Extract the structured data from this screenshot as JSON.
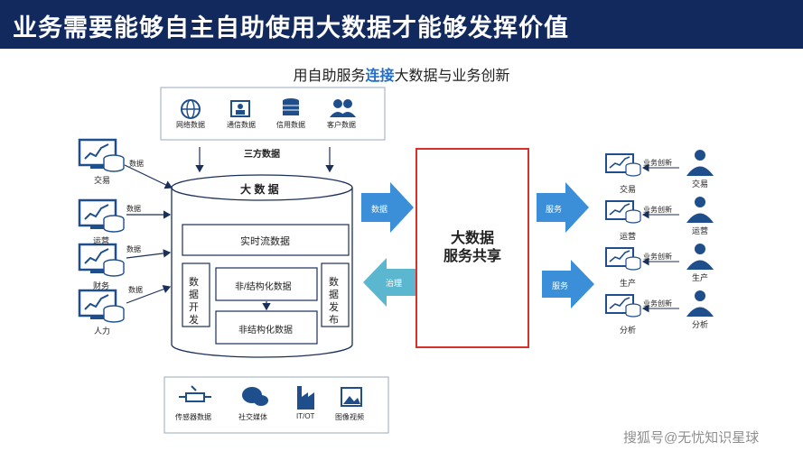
{
  "title": "业务需要能够自主自助使用大数据才能够发挥价值",
  "subtitle": {
    "prefix": "用自助服务",
    "highlight": "连接",
    "suffix": "大数据与业务创新"
  },
  "top_sources": {
    "items": [
      {
        "label": "网络数据",
        "icon": "globe-icon"
      },
      {
        "label": "通信数据",
        "icon": "contact-card-icon"
      },
      {
        "label": "信用数据",
        "icon": "coins-icon"
      },
      {
        "label": "客户数据",
        "icon": "people-icon"
      }
    ],
    "caption": "三方数据"
  },
  "bottom_sources": {
    "items": [
      {
        "label": "传感器数据",
        "icon": "sensor-icon"
      },
      {
        "label": "社交媒体",
        "icon": "chat-icon"
      },
      {
        "label": "IT/OT",
        "icon": "factory-icon"
      },
      {
        "label": "图像视频",
        "icon": "image-icon"
      }
    ]
  },
  "left_systems": [
    {
      "label": "交易",
      "edge": "数据"
    },
    {
      "label": "运营",
      "edge": "数据"
    },
    {
      "label": "财务",
      "edge": "数据"
    },
    {
      "label": "人力",
      "edge": "数据"
    }
  ],
  "bigdata": {
    "title": "大 数 据",
    "realtime": "实时流数据",
    "dev": "数据开发",
    "publish": "数据发布",
    "semi": "非/结构化数据",
    "unstructured": "非结构化数据"
  },
  "arrows": {
    "data": "数据",
    "govern": "治理",
    "service1": "服务",
    "service2": "服务"
  },
  "center": {
    "line1": "大数据",
    "line2": "服务共享"
  },
  "right_rows": [
    {
      "system": "交易",
      "edge": "业务创新",
      "user": "交易"
    },
    {
      "system": "运营",
      "edge": "业务创新",
      "user": "运营"
    },
    {
      "system": "生产",
      "edge": "业务创新",
      "user": "生产"
    },
    {
      "system": "分析",
      "edge": "业务创新",
      "user": "分析"
    }
  ],
  "watermark": "搜狐号@无忧知识星球",
  "colors": {
    "header": "#12295e",
    "accent": "#1f6fd1",
    "arrow": "#3a8fd8",
    "govern": "#5bb7d0",
    "red_frame": "#d9302c"
  }
}
